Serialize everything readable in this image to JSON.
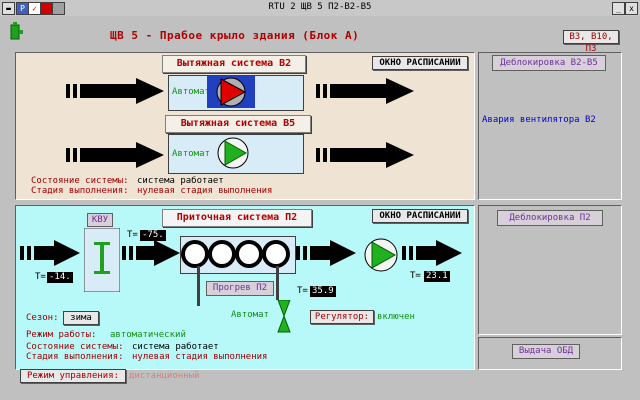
{
  "window": {
    "title": "RTU 2 ЩВ 5 П2-В2-В5",
    "btn_minimize": "_",
    "btn_close": "x"
  },
  "header": {
    "title": "ЩВ 5 - Прабое крыло здания (Блок А)",
    "nav_button": "В3, В10, П3"
  },
  "top_panel": {
    "system_b2": {
      "label": "Вытяжная система В2",
      "mode": "Автомат"
    },
    "system_b5": {
      "label": "Вытяжная система В5",
      "mode": "Автомат"
    },
    "schedule_button": "ОКНО РАСПИСАНИИ",
    "state_label": "Состояние системы:",
    "state_value": "система работает",
    "stage_label": "Стадия выполнения:",
    "stage_value": "нулевая стадия выполнения"
  },
  "right_top": {
    "unlock_button": "Деблокировка В2-В5",
    "alarm": "Авария вентилятора В2"
  },
  "bottom_panel": {
    "system_label": "Приточная система П2",
    "schedule_button": "ОКНО РАСПИСАНИИ",
    "kvu_button": "КВУ",
    "t_prefix": "T=",
    "t_outdoor": "-14.",
    "t_after_filter": "-75.",
    "t_supply": "23.1",
    "t_return": "35.9",
    "heater_button": "Прогрев П2",
    "valve_mode": "Автомат",
    "regulator_button": "Регулятор:",
    "regulator_value": "включен",
    "season_label": "Сезон:",
    "season_button": "зима",
    "mode_label": "Режим работы:",
    "mode_value": "автоматический",
    "state_label": "Состояние системы:",
    "state_value": "система работает",
    "stage_label": "Стадия выполнения:",
    "stage_value": "нулевая стадия выполнения"
  },
  "right_bottom": {
    "unlock_button": "Деблокировка П2",
    "issue_button": "Выдача ОБД"
  },
  "footer": {
    "control_button": "Режим управления:",
    "control_value": "дистанционный"
  },
  "colors": {
    "top_bg": "#efe3d3",
    "bottom_bg": "#b7f9f9",
    "title_red": "#b00000",
    "fan_green": "#20b020",
    "fan_red": "#e00000"
  },
  "icons": [
    "battery-icon",
    "fan-icon",
    "arrow-right-icon",
    "filter-icon",
    "valve-icon"
  ]
}
